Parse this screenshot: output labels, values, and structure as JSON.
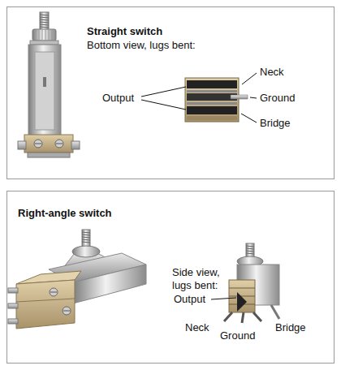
{
  "diagram": {
    "nodes": [
      {
        "text": [
          "Straight switch",
          "Bottom view, lugs bent:"
        ]
      },
      {
        "text": [
          "Right-angle switch",
          "Side view, lugs bent:"
        ]
      }
    ],
    "labels": [
      "Output",
      "Neck",
      "Ground",
      "Bridge",
      "Output",
      "Neck",
      "Ground",
      "Bridge"
    ]
  }
}
